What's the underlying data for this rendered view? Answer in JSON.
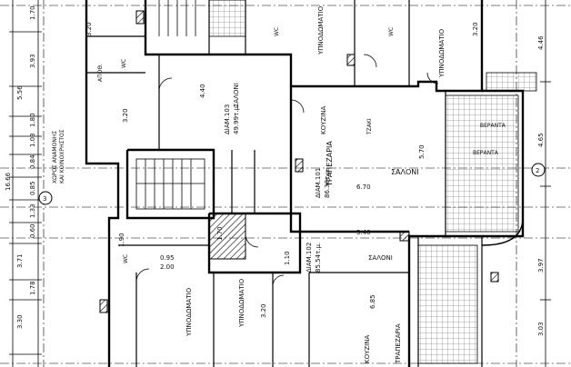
{
  "plan": {
    "rooms": {
      "living_main": "ΣΑΛΟΝΙ",
      "dining": "ΤΡΑΠΕΖΑΡΙΑ",
      "dining_lower": "ΤΡΑΠΕΖΑΡΙΑ",
      "kitchen": "ΚΟΥΖΙΝΑ",
      "kitchen_lower": "ΚΟΥΖΙΝΑ",
      "living_left": "ΣΑΛΟΝΙ",
      "living_center": "ΣΑΛΟΝΙ",
      "bedroom_top_center": "ΥΠΝΟΔΩΜΑΤΙΟ",
      "bedroom_top_right": "ΥΠΝΟΔΩΜΑΤΙΟ",
      "bedroom_bottom_left": "ΥΠΝΟΔΩΜΑΤΙΟ",
      "bedroom_bottom_mid": "ΥΠΝΟΔΩΜΑΤΙΟ",
      "wc_1": "WC",
      "wc_2": "WC",
      "wc_3": "WC",
      "wc_4": "WC",
      "storage": "ΑΠΟΘ.",
      "veranda_1": "ΒΕΡΑΝΤΑ",
      "veranda_2": "ΒΕΡΑΝΤΑ",
      "chimney": "ΤΖΑΚΙ",
      "flat_a": "ΔΙΑΜ.103",
      "flat_a_area": "49.99τ.μ.",
      "flat_b": "ΔΙΑΜ.101",
      "flat_b_area": "86.38τ.μ.",
      "flat_c": "ΔΙΑΜ.102",
      "flat_c_area": "85.54τ.μ.",
      "space_name": "ΧΩΡΟΣ ΑΝΑΜΟΝΗΣ",
      "space_sub": "ΚΑΙ ΚΟΙΝΟΧΡΗΣΤΟΣ"
    },
    "dims_left": [
      "16.66",
      "1.70",
      "3.93",
      "5.56",
      "1.80",
      "1.03",
      "0.84",
      "0.85",
      "1.33",
      "0.60",
      "3.71",
      "1.78",
      "3.30"
    ],
    "dims_right": [
      "4.46",
      "4.65",
      "3.97",
      "3.03"
    ],
    "dims_inner": [
      "3.20",
      "4.40",
      "5.70",
      "6.70",
      "3.40",
      "6.85",
      "3.20",
      "1.10",
      "3.20",
      "3.20",
      "1.70",
      "1.90",
      "0.95",
      "2.00"
    ],
    "marker_a": "3",
    "marker_b": "2"
  }
}
